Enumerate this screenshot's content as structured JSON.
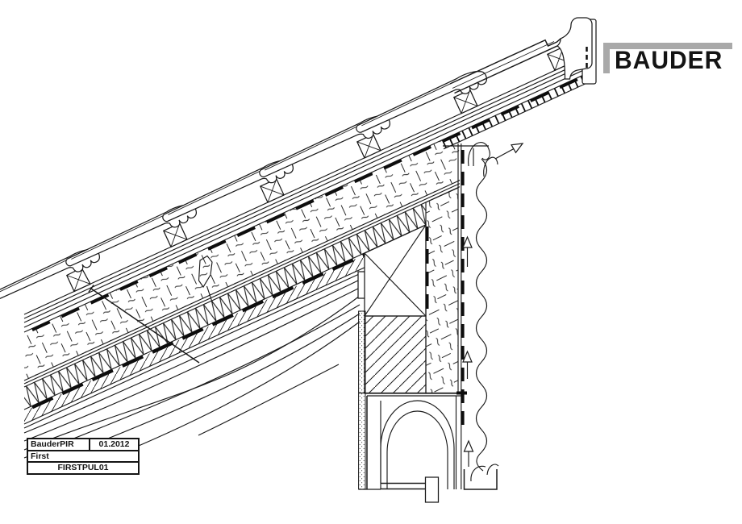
{
  "page": {
    "background": "#ffffff",
    "line_color": "#1a1a1a",
    "description": "CAD section detail drawing of an insulated pitched roof ridge (mono-pitch) with ventilation airflow"
  },
  "logo": {
    "text": "BAUDER",
    "bracket_color": "#a9a9a9",
    "text_color": "#141414"
  },
  "title_block": {
    "product": "BauderPIR",
    "date": "01.2012",
    "detail_name": "First",
    "drawing_code": "FIRSTPUL01"
  },
  "drawing": {
    "icons": [
      "airflow-arrow-up",
      "airflow-arrow-out",
      "airflow-curl",
      "batten-cross-section",
      "wood-grain"
    ]
  }
}
